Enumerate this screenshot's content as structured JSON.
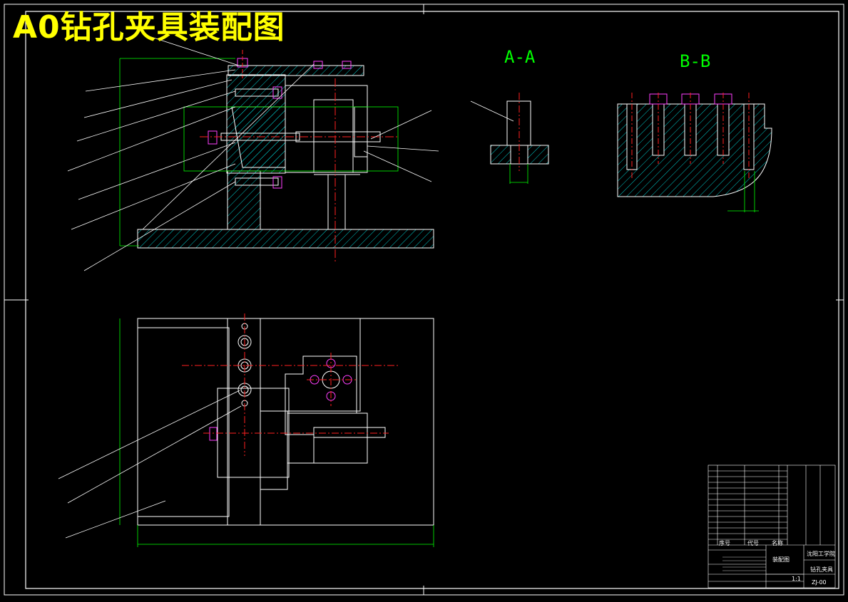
{
  "drawing": {
    "title": "A0钻孔夹具装配图",
    "section_aa": "A-A",
    "section_bb": "B-B"
  },
  "title_block": {
    "university": "沈阳工学院",
    "part_name": "钻孔夹具",
    "drawing_no": "ZJ-00",
    "assembly_label": "装配图",
    "scale_label": "1:1",
    "col_seq": "序号",
    "col_code": "代号",
    "col_name": "名称"
  },
  "colors": {
    "background": "#000000",
    "outline": "#ffffff",
    "hatch": "#00c8c8",
    "center": "#ff2020",
    "dimension": "#00ff00",
    "fastener": "#ff40ff",
    "title": "#ffff00"
  }
}
